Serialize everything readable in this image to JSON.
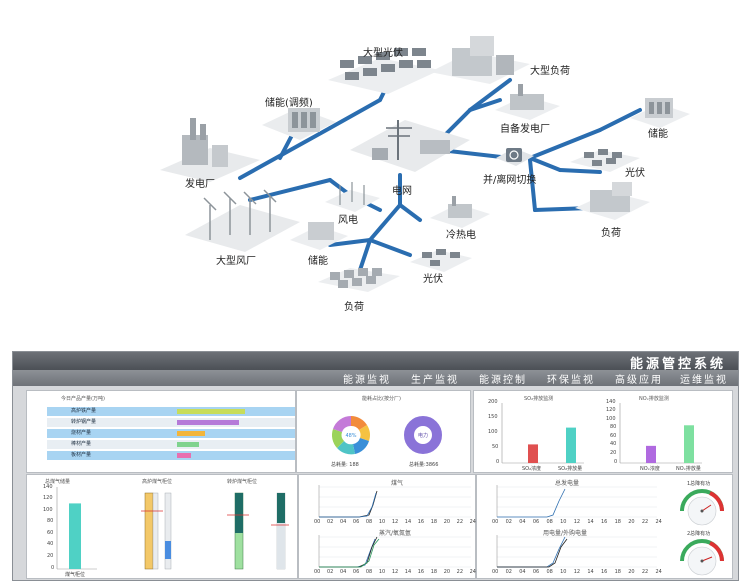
{
  "diagram": {
    "labels": {
      "large_pv": "大型光伏",
      "large_load": "大型负荷",
      "storage_regulation": "储能(调频)",
      "self_plant": "自备发电厂",
      "storage_right": "储能",
      "power_plant": "发电厂",
      "grid": "电网",
      "switch": "并/离网切换",
      "pv_right": "光伏",
      "load_right": "负荷",
      "wind": "风电",
      "chp": "冷热电",
      "wind_farm": "大型风厂",
      "storage_bottom": "储能",
      "pv_bottom": "光伏",
      "load_bottom": "负荷"
    }
  },
  "dashboard": {
    "title": "能源管控系统",
    "nav": [
      "能源监视",
      "生产监视",
      "能源控制",
      "环保监视",
      "高级应用",
      "运维监视"
    ],
    "panel1": {
      "title": "今日产品产量(万吨)",
      "rows": [
        "高炉铁产量",
        "转炉钢产量",
        "烧材产量",
        "棒材产量",
        "板材产量"
      ]
    },
    "panel2": {
      "title": "能耗占比(按分厂)",
      "donut1_center": "48%",
      "donut2_center": "电力",
      "total1": "总耗量: 188",
      "total2": "总耗量:3866"
    },
    "panel3": {
      "title_left": "SO₂排放监测",
      "title_right": "NOₓ排放监测",
      "left_yticks": [
        "200",
        "150",
        "100",
        "50",
        "0"
      ],
      "right_yticks": [
        "140",
        "120",
        "100",
        "80",
        "60",
        "40",
        "20",
        "0"
      ],
      "cats_left": [
        "SO₂浓度",
        "SO₂排放量"
      ],
      "cats_right": [
        "NOₓ浓度",
        "NOₓ排放量"
      ]
    },
    "panel4": {
      "title": "总煤气储量",
      "tank1": "高炉煤气柜位",
      "tank2": "转炉煤气柜位",
      "yticks": [
        "140",
        "120",
        "100",
        "80",
        "60",
        "40",
        "20",
        "0"
      ],
      "caption": "煤气柜位"
    },
    "panel5": {
      "chart1_title": "煤气",
      "chart2_title": "蒸汽/氧氮氩",
      "xticks": [
        "00",
        "02",
        "04",
        "06",
        "08",
        "10",
        "12",
        "14",
        "16",
        "18",
        "20",
        "22",
        "24"
      ]
    },
    "panel6": {
      "chart1_title": "总发电量",
      "chart2_title": "用电量/外购电量",
      "gauge1": "1总降有功",
      "gauge2": "2总降有功",
      "gauge_ticks": [
        "10",
        "20",
        "30",
        "40",
        "50",
        "60",
        "70",
        "80",
        "90",
        "100"
      ]
    },
    "colors": {
      "header": "#55595f",
      "line_blue": "#2f6fb0",
      "bar_red": "#e05050",
      "bar_teal": "#4fd1c5",
      "bar_purple": "#b06ae0",
      "bar_green": "#7ee0a0"
    }
  },
  "chart_data": [
    {
      "type": "bar",
      "title": "SO₂排放监测",
      "categories": [
        "SO₂浓度",
        "SO₂排放量"
      ],
      "values": [
        62,
        118
      ],
      "ylim": [
        0,
        200
      ]
    },
    {
      "type": "bar",
      "title": "NOₓ排放监测",
      "categories": [
        "NOₓ浓度",
        "NOₓ排放量"
      ],
      "values": [
        40,
        88
      ],
      "ylim": [
        0,
        140
      ]
    },
    {
      "type": "bar",
      "title": "总煤气储量",
      "categories": [
        "煤气柜位"
      ],
      "values": [
        112
      ],
      "ylim": [
        0,
        140
      ]
    }
  ]
}
